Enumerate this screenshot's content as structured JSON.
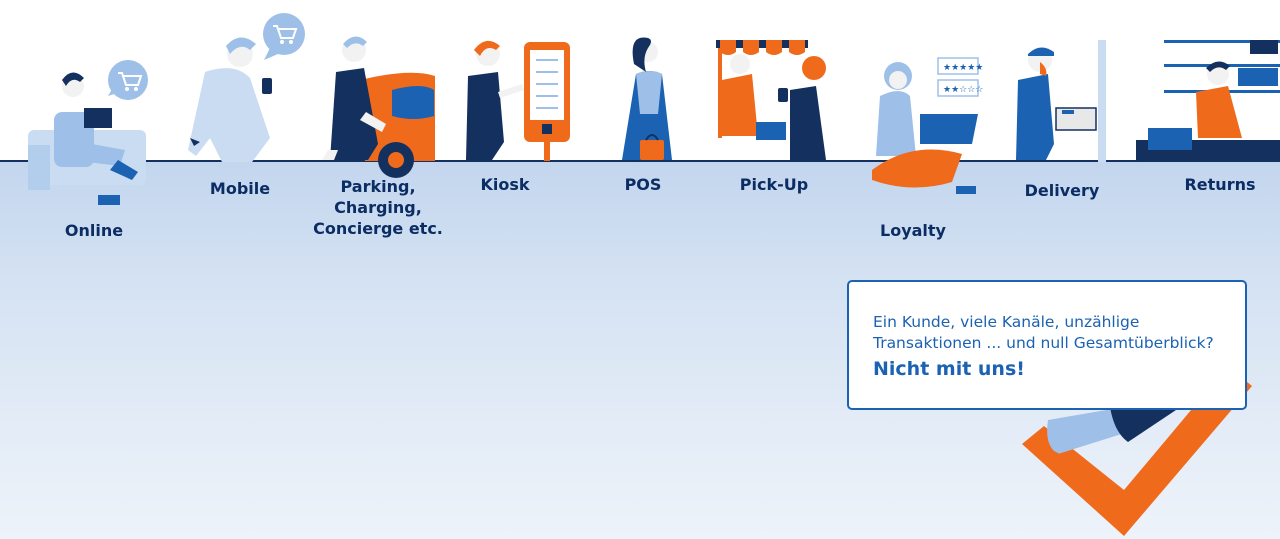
{
  "channels": [
    {
      "label": "Online"
    },
    {
      "label": "Mobile"
    },
    {
      "label": "Parking,\nCharging,\nConcierge etc."
    },
    {
      "label": "Kiosk"
    },
    {
      "label": "POS"
    },
    {
      "label": "Pick-Up"
    },
    {
      "label": "Loyalty"
    },
    {
      "label": "Delivery"
    },
    {
      "label": "Returns"
    }
  ],
  "callout": {
    "text": "Ein Kunde, viele Kanäle, unzählige Transaktionen ... und null Gesamtüberblick?",
    "emphasis": "Nicht mit uns!"
  },
  "colors": {
    "navy": "#14305f",
    "brand_blue": "#1b62b3",
    "light_blue": "#9ec0e8",
    "orange": "#f06a1c",
    "ground": "#c3d6ee"
  }
}
